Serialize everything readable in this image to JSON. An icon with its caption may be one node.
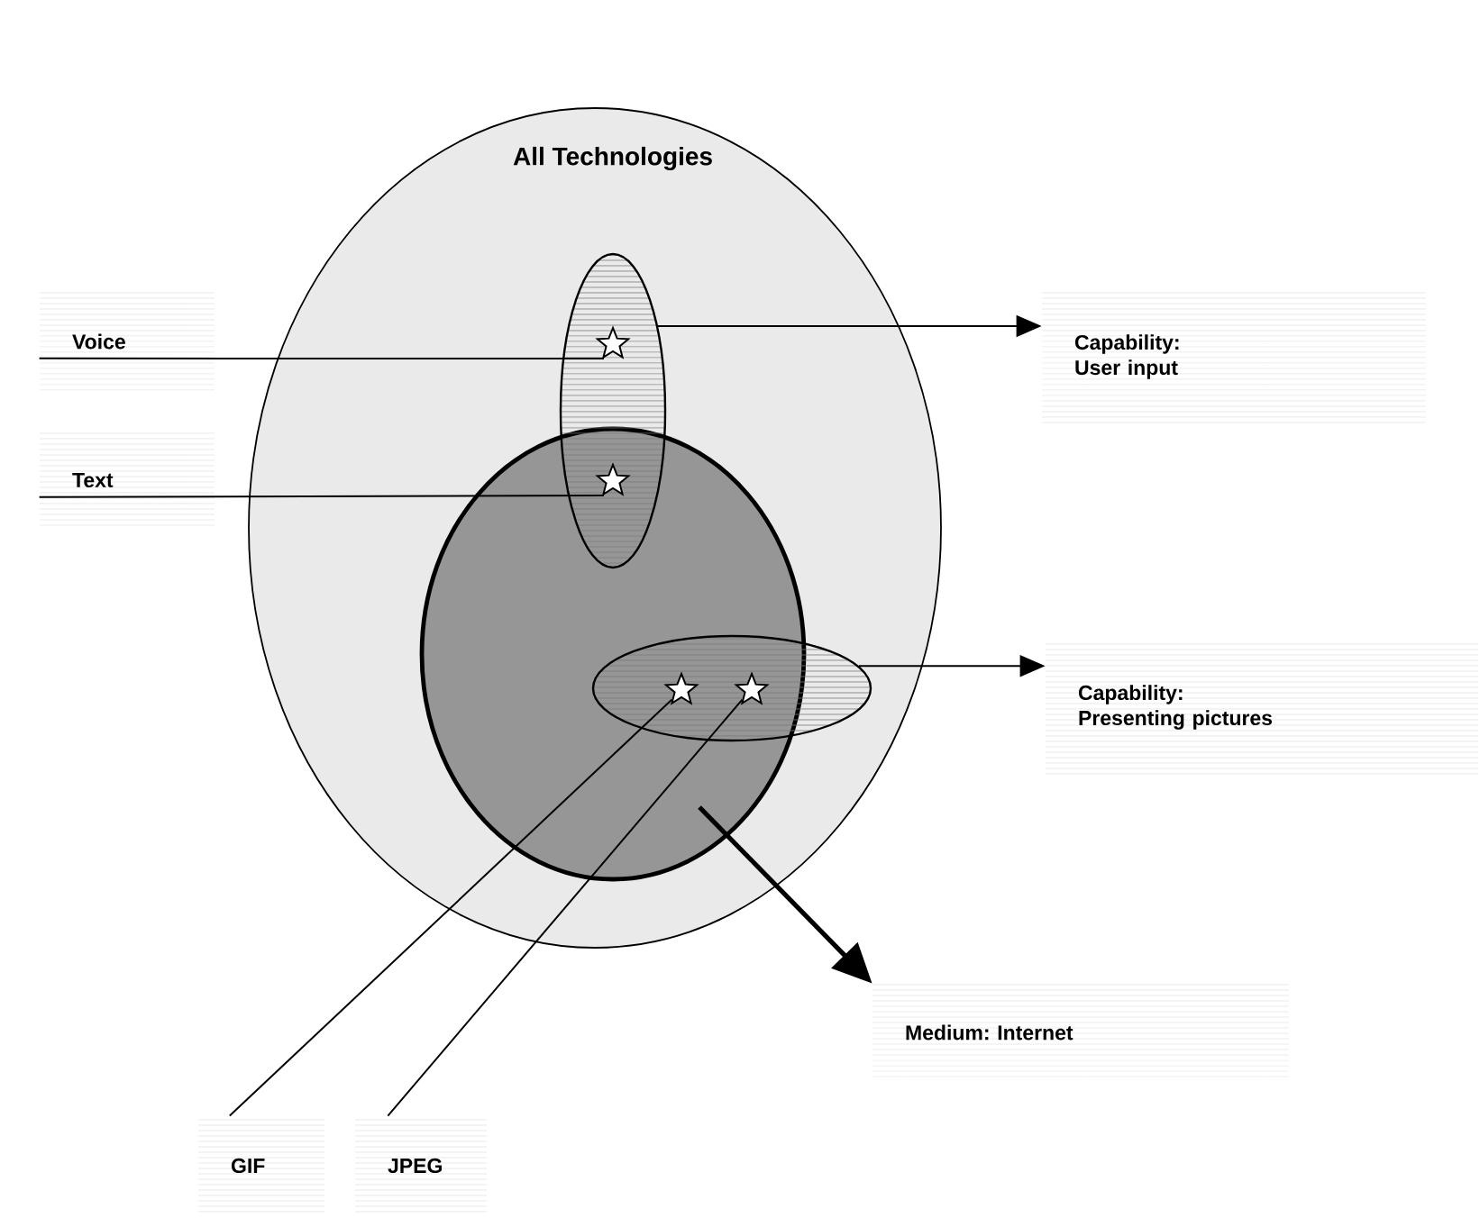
{
  "diagram": {
    "nodes": [
      {
        "text": [
          "All Technologies"
        ]
      },
      {
        "text": [],
        "shape": "ellipse",
        "in": 0
      },
      {
        "text": [],
        "shape": "ellipse",
        "in": 0
      },
      {
        "text": [],
        "shape": "ellipse",
        "in": 0
      },
      {
        "text": [],
        "shape": "star",
        "in": 2
      },
      {
        "text": [],
        "shape": "star"
      },
      {
        "text": [],
        "shape": "star"
      },
      {
        "text": [],
        "shape": "star"
      },
      {
        "text": [
          "Voice"
        ]
      },
      {
        "text": [
          "Text"
        ]
      },
      {
        "text": [
          "Capability: User input"
        ]
      },
      {
        "text": [
          "Capability: Presenting pictures"
        ]
      },
      {
        "text": [
          "Medium: Internet"
        ]
      },
      {
        "text": [
          "GIF"
        ]
      },
      {
        "text": [
          "JPEG"
        ]
      }
    ],
    "edges": [
      {
        "from": 8,
        "to": 4,
        "arrow": "none"
      },
      {
        "from": 9,
        "to": 5,
        "arrow": "none"
      },
      {
        "from": 2,
        "to": 10,
        "arrow": "to"
      },
      {
        "from": 3,
        "to": 11,
        "arrow": "to"
      },
      {
        "from": 1,
        "to": 12,
        "arrow": "to",
        "style": "thick"
      },
      {
        "from": 13,
        "to": 6,
        "arrow": "none"
      },
      {
        "from": 14,
        "to": 7,
        "arrow": "none"
      }
    ]
  }
}
